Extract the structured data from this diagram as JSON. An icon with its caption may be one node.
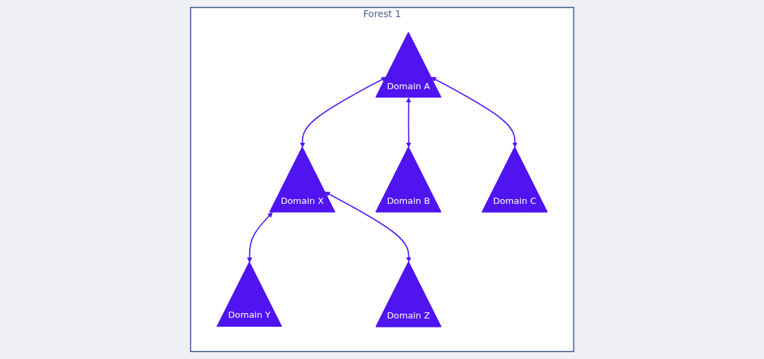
{
  "diagram": {
    "nodes": [
      {
        "text": [
          "Forest 1"
        ]
      },
      {
        "text": [
          "Domain A"
        ],
        "in": 0
      },
      {
        "text": [
          "Domain X"
        ],
        "in": 0
      },
      {
        "text": [
          "Domain B"
        ],
        "in": 0
      },
      {
        "text": [
          "Domain C"
        ],
        "in": 0
      },
      {
        "text": [
          "Domain Y"
        ],
        "in": 0
      },
      {
        "text": [
          "Domain Z"
        ],
        "in": 0
      }
    ],
    "edges": [
      {
        "from": 1,
        "to": 2,
        "arrow": "both"
      },
      {
        "from": 1,
        "to": 3,
        "arrow": "both"
      },
      {
        "from": 1,
        "to": 4,
        "arrow": "both"
      },
      {
        "from": 2,
        "to": 5,
        "arrow": "both"
      },
      {
        "from": 2,
        "to": 6,
        "arrow": "both"
      }
    ]
  }
}
